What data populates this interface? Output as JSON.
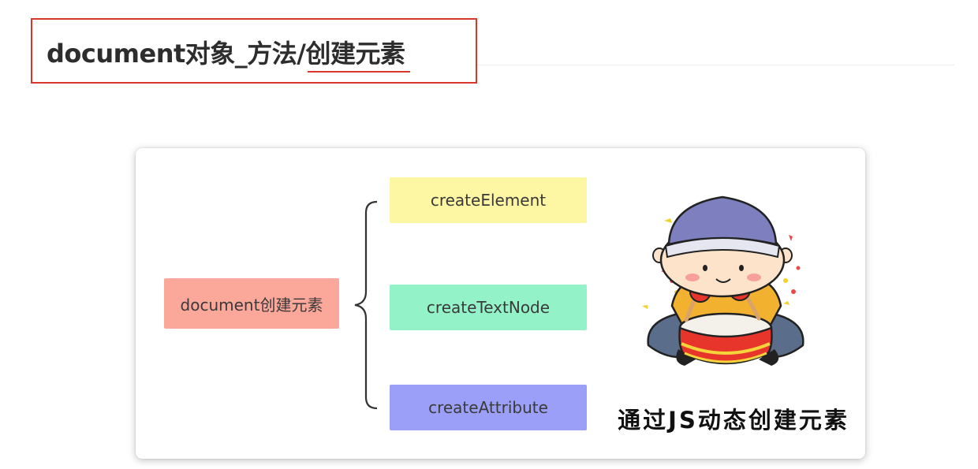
{
  "header": {
    "title": "document对象_方法/创建元素"
  },
  "diagram": {
    "root": {
      "label": "document创建元素",
      "color": "#fba89a"
    },
    "children": [
      {
        "label": "createElement",
        "color": "#fdf6a3"
      },
      {
        "label": "createTextNode",
        "color": "#94f2c9"
      },
      {
        "label": "createAttribute",
        "color": "#9b9ff8"
      }
    ]
  },
  "illustration": {
    "icon": "drummer-boy-illustration",
    "caption": "通过JS动态创建元素"
  }
}
